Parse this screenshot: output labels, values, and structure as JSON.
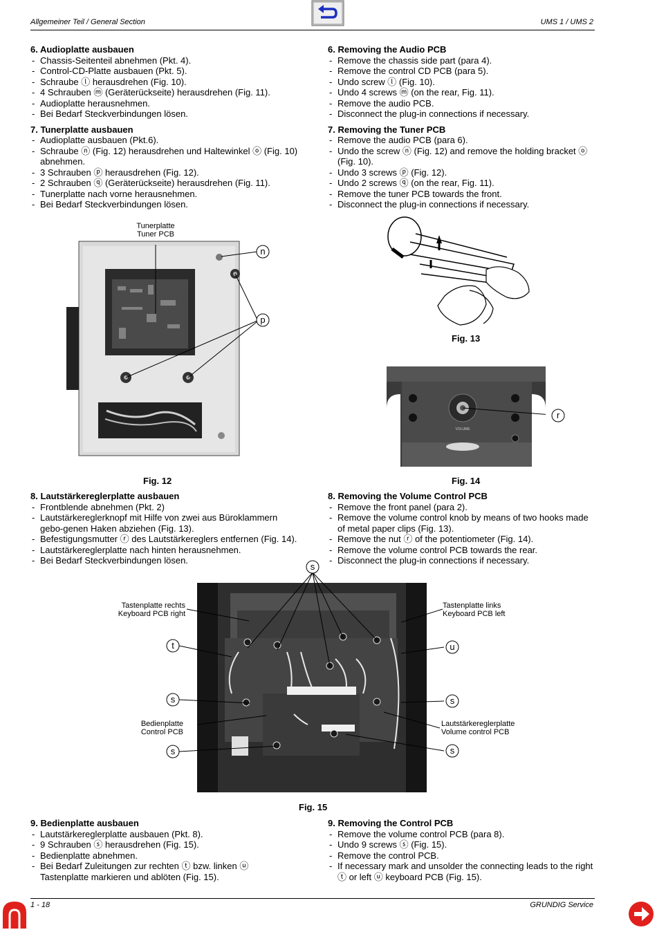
{
  "header": {
    "left": "Allgemeiner Teil / General Section",
    "right": "UMS 1 / UMS 2"
  },
  "footer": {
    "left": "1 - 18",
    "right": "GRUNDIG Service"
  },
  "sections": {
    "de6": {
      "title": "6. Audioplatte ausbauen",
      "items": [
        "Chassis-Seitenteil abnehmen (Pkt. 4).",
        "Control-CD-Platte ausbauen (Pkt. 5).",
        "Schraube ⓛ herausdrehen (Fig. 10).",
        "4 Schrauben ⓜ (Geräterückseite) herausdrehen (Fig. 11).",
        "Audioplatte herausnehmen.",
        "Bei Bedarf Steckverbindungen lösen."
      ]
    },
    "en6": {
      "title": "6. Removing the Audio PCB",
      "items": [
        "Remove the chassis side part (para 4).",
        "Remove the control CD PCB (para 5).",
        "Undo screw ⓛ (Fig. 10).",
        "Undo 4 screws ⓜ (on the rear, Fig. 11).",
        "Remove the audio PCB.",
        "Disconnect the plug-in connections if necessary."
      ]
    },
    "de7": {
      "title": "7. Tunerplatte ausbauen",
      "items": [
        "Audioplatte ausbauen (Pkt.6).",
        "Schraube ⓝ (Fig. 12) herausdrehen und Haltewinkel ⓞ (Fig. 10) abnehmen.",
        "3 Schrauben ⓟ herausdrehen (Fig. 12).",
        "2 Schrauben ⓠ (Geräterückseite) herausdrehen (Fig. 11).",
        "Tunerplatte nach vorne herausnehmen.",
        "Bei Bedarf Steckverbindungen lösen."
      ]
    },
    "en7": {
      "title": "7. Removing the Tuner PCB",
      "items": [
        "Remove the audio PCB (para 6).",
        "Undo the screw ⓝ (Fig. 12) and remove the holding bracket ⓞ (Fig. 10).",
        "Undo 3 screws ⓟ (Fig. 12).",
        "Undo 2 screws ⓠ (on the rear, Fig. 11).",
        "Remove the tuner PCB towards the front.",
        "Disconnect the plug-in connections if necessary."
      ]
    },
    "de8": {
      "title": "8. Lautstärkereglerplatte ausbauen",
      "items": [
        "Frontblende abnehmen (Pkt. 2)",
        "Lautstärkereglerknopf mit Hilfe von zwei aus Büroklammern gebo-genen Haken abziehen (Fig. 13).",
        "Befestigungsmutter ⓡ des Lautstärkereglers entfernen (Fig. 14).",
        "Lautstärkereglerplatte nach hinten herausnehmen.",
        "Bei Bedarf Steckverbindungen lösen."
      ]
    },
    "en8": {
      "title": "8. Removing the Volume Control PCB",
      "items": [
        "Remove the front panel (para 2).",
        "Remove the volume control knob by means of two hooks made of metal paper clips (Fig. 13).",
        "Remove the nut ⓡ of the potentiometer (Fig. 14).",
        "Remove the volume control PCB towards the rear.",
        "Disconnect the plug-in connections if necessary."
      ]
    },
    "de9": {
      "title": "9. Bedienplatte ausbauen",
      "items": [
        "Lautstärkereglerplatte ausbauen (Pkt. 8).",
        "9 Schrauben ⓢ herausdrehen (Fig. 15).",
        "Bedienplatte abnehmen.",
        "Bei Bedarf Zuleitungen zur rechten ⓣ bzw. linken ⓤ Tastenplatte markieren und ablöten (Fig. 15)."
      ]
    },
    "en9": {
      "title": "9. Removing the Control PCB",
      "items": [
        "Remove the volume control PCB (para 8).",
        "Undo 9 screws ⓢ (Fig. 15).",
        "Remove the control PCB.",
        "If necessary mark and unsolder the connecting leads to the right ⓣ or left ⓤ keyboard PCB (Fig. 15)."
      ]
    }
  },
  "figures": {
    "fig12": {
      "caption": "Fig. 12",
      "label_de": "Tunerplatte",
      "label_en": "Tuner PCB",
      "callouts": [
        "n",
        "p"
      ]
    },
    "fig13": {
      "caption": "Fig. 13"
    },
    "fig14": {
      "caption": "Fig. 14",
      "callouts": [
        "r"
      ],
      "panel_text": "VOLUME"
    },
    "fig15": {
      "caption": "Fig. 15",
      "labels": {
        "right_de": "Tastenplatte rechts",
        "right_en": "Keyboard PCB right",
        "left_de": "Tastenplatte links",
        "left_en": "Keyboard PCB left",
        "control_de": "Bedienplatte",
        "control_en": "Control PCB",
        "volume_de": "Lautstärkereglerplatte",
        "volume_en": "Volume control PCB"
      },
      "callouts": [
        "s",
        "t",
        "u"
      ]
    }
  },
  "nav": {
    "back_icon": "return-arrow-icon",
    "next_icon": "next-arrow-icon",
    "logo_icon": "grundig-logo-icon"
  },
  "colors": {
    "nav_blue": "#1c2fc0",
    "nav_red": "#e0201c"
  }
}
